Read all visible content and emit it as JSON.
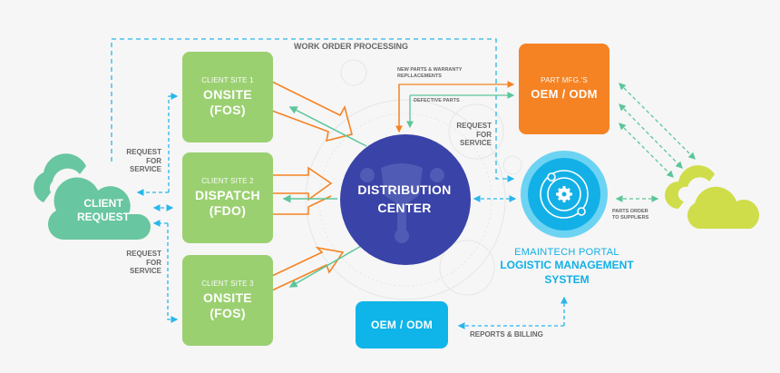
{
  "colors": {
    "background": "#f6f6f6",
    "client_site_green": "#9bd071",
    "client_cloud": "#68c6a0",
    "supplier_cloud": "#cfdd4a",
    "oem_orange": "#f58324",
    "oem_blue": "#0fb4e8",
    "distribution_center": "#3a43a8",
    "portal_blue": "#12b0e6",
    "flow_orange": "#f58324",
    "flow_teal": "#5cc69a",
    "flow_dashed_blue": "#29b6ea",
    "label_gray": "#666666"
  },
  "nodes": {
    "client_request": {
      "label_line1": "CLIENT",
      "label_line2": "REQUEST"
    },
    "client_site_1": {
      "caption": "CLIENT SITE 1",
      "title_line1": "ONSITE",
      "title_line2": "(FOS)"
    },
    "client_site_2": {
      "caption": "CLIENT SITE 2",
      "title_line1": "DISPATCH",
      "title_line2": "(FDO)"
    },
    "client_site_3": {
      "caption": "CLIENT SITE 3",
      "title_line1": "ONSITE",
      "title_line2": "(FOS)"
    },
    "distribution_center": {
      "line1": "DISTRIBUTION",
      "line2": "CENTER"
    },
    "part_mfg": {
      "caption": "PART MFG.'S",
      "title": "OEM / ODM"
    },
    "oem_odm_reports": {
      "title": "OEM / ODM"
    },
    "portal": {
      "line1": "EMAINTECH PORTAL",
      "line2": "LOGISTIC MANAGEMENT",
      "line3": "SYSTEM",
      "icon": "gear-orbit-icon"
    },
    "supplier_cloud": {
      "icon": "cloud-icon"
    }
  },
  "edge_labels": {
    "work_order": "WORK ORDER PROCESSING",
    "new_parts_line1": "NEW PARTS & WARRANTY",
    "new_parts_line2": "REPLLACEMENTS",
    "defective_parts": "DEFECTIVE PARTS",
    "request_service_top": {
      "l1": "REQUEST",
      "l2": "FOR",
      "l3": "SERVICE"
    },
    "request_service_left_upper": {
      "l1": "REQUEST",
      "l2": "FOR",
      "l3": "SERVICE"
    },
    "request_service_left_lower": {
      "l1": "REQUEST",
      "l2": "FOR",
      "l3": "SERVICE"
    },
    "parts_order_line1": "PARTS ORDER",
    "parts_order_line2": "TO SUPPLIERS",
    "reports_billing": "REPORTS & BILLING"
  }
}
